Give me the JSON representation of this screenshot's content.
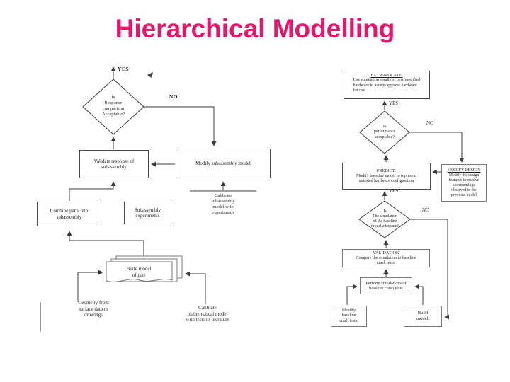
{
  "slide": {
    "title": "Hierarchical Modelling"
  },
  "colors": {
    "title_accent": "#e9156a",
    "line": "#3d3d3d"
  },
  "left": {
    "yes": "YES",
    "no": "NO",
    "decision_response": "Is\nResponse\ncomparison\nAcceptable?",
    "validate": "Validate response of\nsubassembly",
    "modify": "Modify subassembly model",
    "combine": "Combine parts into\nsubassembly",
    "experiments": "Subassembly\nexperiments",
    "calibrate_sub": "Calibrate\nsubassembly\nmodel with\nexperiments",
    "build_part": "Build model\nof part",
    "geometry": "Geometry from\nsurface data or\ndrawings",
    "calibrate_math": "Calibrate\nmathematical model\nwith tests or literature"
  },
  "right": {
    "yes": "YES",
    "no": "NO",
    "extrapolate_title": "EXTRAPOLATE:",
    "extrapolate_body": "Use simulation results of new/modified\nhardware to accept/approve hardware\nfor use.",
    "decision_performance": "Is\nperformance\nacceptable?",
    "predict_title": "PREDICT:",
    "predict_body": "Modify baseline model to represent\nuntested hardware configuration",
    "modify_design_title": "MODIFY DESIGN",
    "modify_design_body": "Modify the design\nfeatures to resolve\nshortcomings\nobserved in the\nprevious model",
    "decision_baseline": "Is\nThe simulation\nof the baseline\nmodel adequate?",
    "validation_title": "VALIDATION",
    "validation_body": "Compare the simulation to baseline\ncrash tests.",
    "perform": "Perform simulations of\nbaseline crash tests",
    "identify": "Identify\nbaseline\ncrash tests.",
    "build_model": "Build\nmodel."
  }
}
